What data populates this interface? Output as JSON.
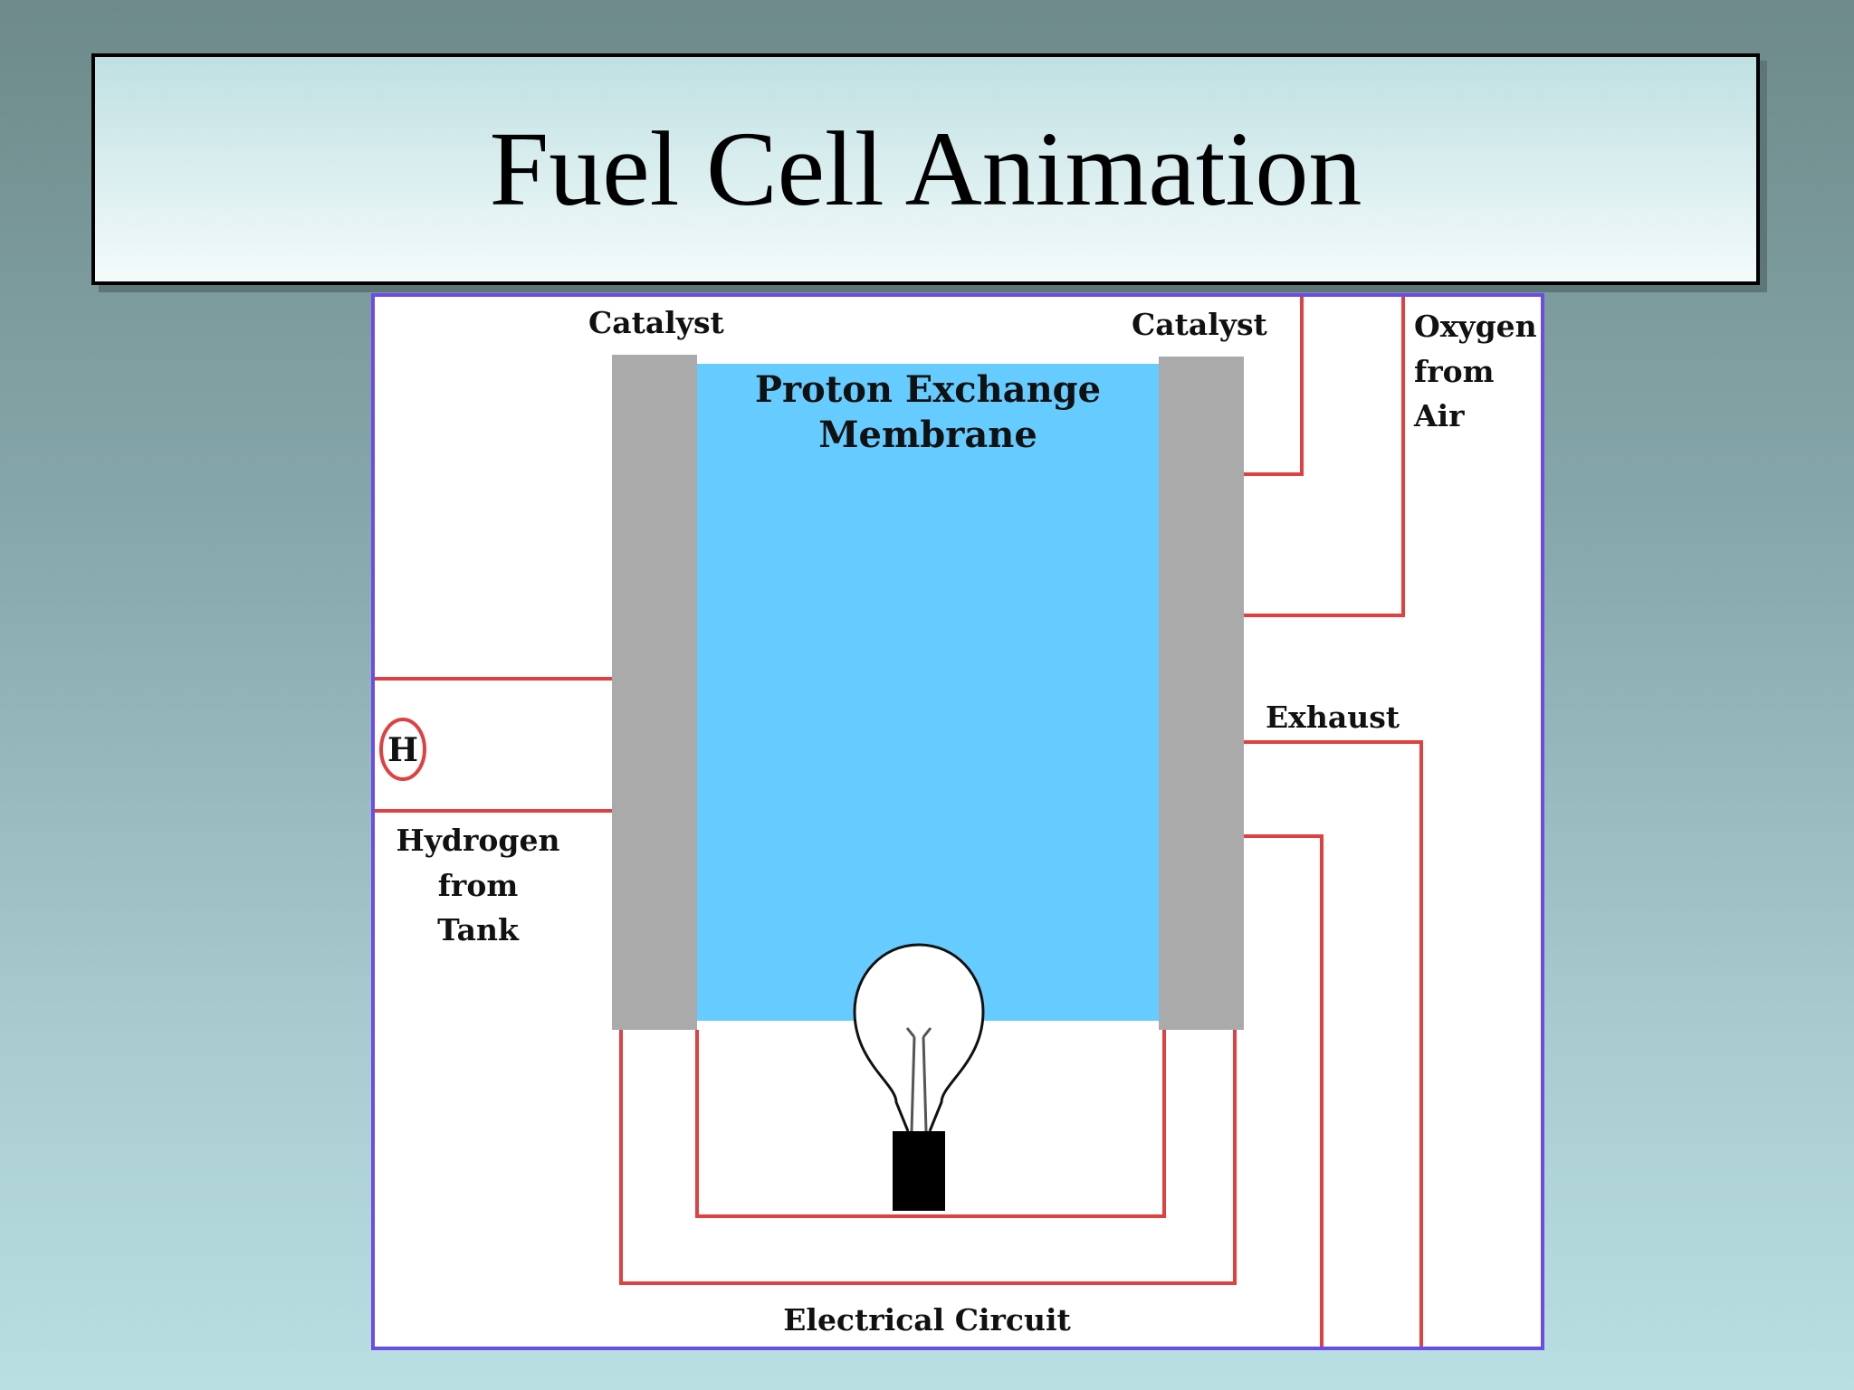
{
  "title": "Fuel Cell Animation",
  "diagram": {
    "labels": {
      "catalyst_left": "Catalyst",
      "catalyst_right": "Catalyst",
      "membrane_line1": "Proton Exchange",
      "membrane_line2": "Membrane",
      "oxygen_line1": "Oxygen",
      "oxygen_line2": "from",
      "oxygen_line3": "Air",
      "hydrogen_line1": "Hydrogen",
      "hydrogen_line2": "from",
      "hydrogen_line3": "Tank",
      "hydrogen_atom": "H",
      "exhaust": "Exhaust",
      "circuit": "Electrical Circuit"
    },
    "colors": {
      "membrane": "#66ccff",
      "catalyst": "#aaaaaa",
      "pipe": "#e04040",
      "frame": "#6b4ce6"
    },
    "icons": {
      "bulb": "light-bulb-icon",
      "atom": "hydrogen-atom-icon"
    }
  }
}
